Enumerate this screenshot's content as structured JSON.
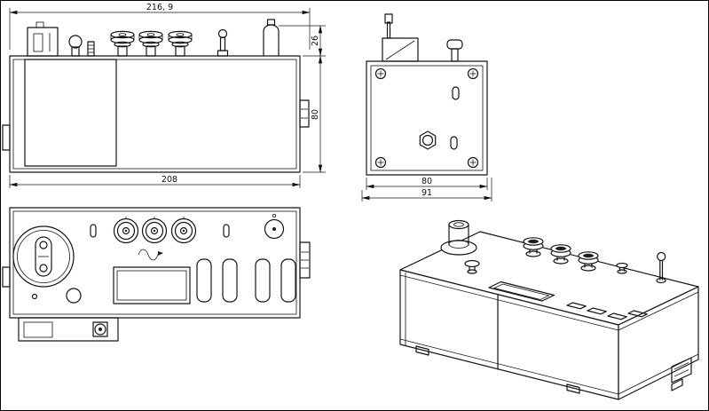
{
  "drawing": {
    "colors": {
      "line": "#141414",
      "background": "#ffffff"
    },
    "dimensions": {
      "front_overall_width": "216, 9",
      "front_top_components_height": "26",
      "front_height": "80",
      "front_body_width": "208",
      "side_width": "80",
      "side_overall_width": "91"
    }
  }
}
